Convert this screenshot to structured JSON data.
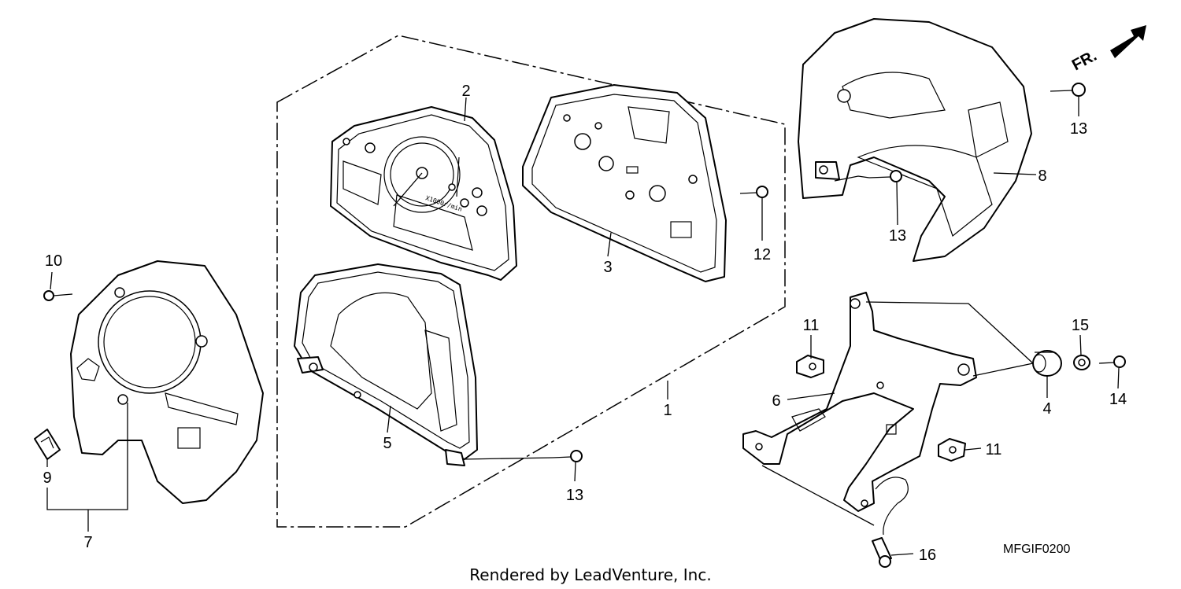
{
  "diagram": {
    "callouts": {
      "c1": "1",
      "c2": "2",
      "c3": "3",
      "c4": "4",
      "c5": "5",
      "c6": "6",
      "c7": "7",
      "c8": "8",
      "c9": "9",
      "c10": "10",
      "c11a": "11",
      "c11b": "11",
      "c12": "12",
      "c13a": "13",
      "c13b": "13",
      "c13c": "13",
      "c14": "14",
      "c15": "15",
      "c16": "16"
    },
    "gauge_text": "X1000r/min",
    "front_marker": "FR.",
    "diagram_code": "MFGIF0200",
    "credit": "Rendered by LeadVenture, Inc."
  }
}
